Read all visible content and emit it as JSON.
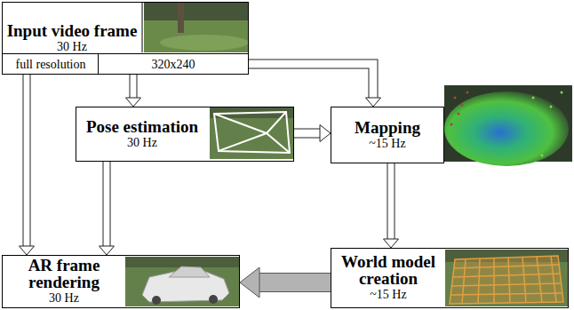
{
  "diagram": {
    "nodes": [
      {
        "text": [
          "Input video frame",
          "30 Hz"
        ]
      },
      {
        "text": [
          "full resolution"
        ],
        "in": 0
      },
      {
        "text": [
          "320x240"
        ],
        "in": 0
      },
      {
        "text": [
          "Pose estimation",
          "30 Hz"
        ]
      },
      {
        "text": [
          "Mapping",
          "~15 Hz"
        ]
      },
      {
        "text": [
          "AR frame rendering",
          "30 Hz"
        ]
      },
      {
        "text": [
          "World model creation",
          "~15 Hz"
        ]
      }
    ],
    "edges": [
      {
        "from": 1,
        "to": 5,
        "arrow": "to"
      },
      {
        "from": 2,
        "to": 3,
        "arrow": "to"
      },
      {
        "from": 2,
        "to": 4,
        "arrow": "to"
      },
      {
        "from": 3,
        "to": 4,
        "arrow": "to"
      },
      {
        "from": 3,
        "to": 5,
        "arrow": "to"
      },
      {
        "from": 4,
        "to": 6,
        "arrow": "to"
      },
      {
        "from": 6,
        "to": 5,
        "arrow": "to"
      }
    ]
  }
}
